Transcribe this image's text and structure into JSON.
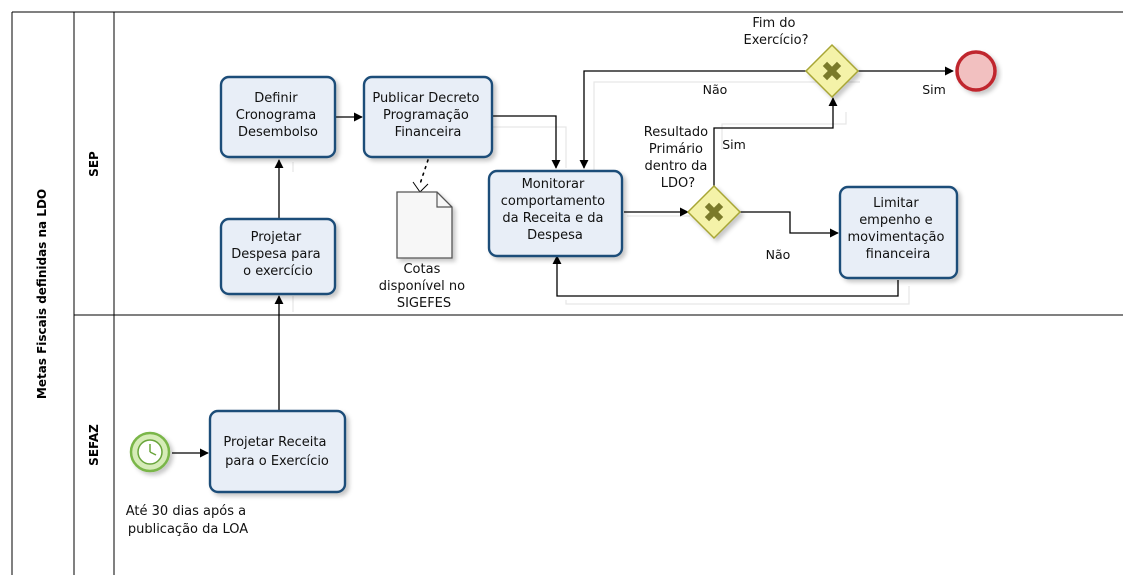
{
  "pool": {
    "title": "Metas Fiscais definidas na LDO"
  },
  "lanes": [
    {
      "id": "sep",
      "title": "SEP"
    },
    {
      "id": "sefaz",
      "title": "SEFAZ"
    }
  ],
  "tasks": {
    "definir": [
      "Definir",
      "Cronograma",
      "Desembolso"
    ],
    "publicar": [
      "Publicar Decreto",
      "Programação",
      "Financeira"
    ],
    "monitorar": [
      "Monitorar",
      "comportamento",
      "da Receita e da",
      "Despesa"
    ],
    "limitar": [
      "Limitar",
      "empenho  e",
      "movimentação",
      "financeira"
    ],
    "projetar_despesa": [
      "Projetar",
      "Despesa para",
      "o exercício"
    ],
    "projetar_receita": [
      "Projetar Receita",
      "para o Exercício"
    ]
  },
  "gateways": {
    "fim": [
      "Fim do",
      "Exercício?"
    ],
    "resultado": [
      "Resultado",
      "Primário",
      "dentro da",
      "LDO?"
    ]
  },
  "data_object": {
    "label": [
      "Cotas",
      "disponível no",
      "SIGEFES"
    ]
  },
  "start_event": {
    "label": [
      "Até 30 dias após a",
      "publicação da LOA"
    ]
  },
  "flow_labels": {
    "nao_fim": "Não",
    "sim_fim": "Sim",
    "sim_resultado": "Sim",
    "nao_resultado": "Não"
  },
  "colors": {
    "task_border": "#1f4e79",
    "task_fill": "#e8eef7",
    "gateway_fill": "#f4f2a8",
    "end_event": "#c0282e",
    "start_event": "#7ab648"
  }
}
